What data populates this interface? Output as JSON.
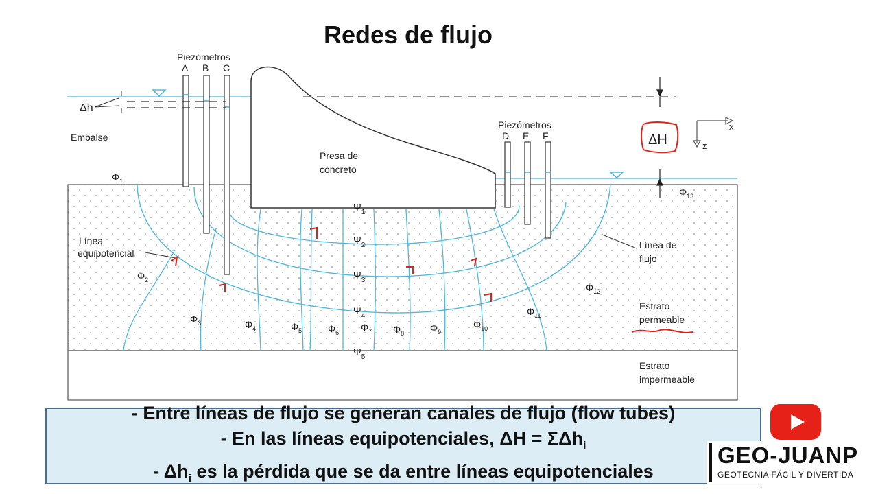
{
  "title": "Redes de flujo",
  "labels": {
    "piezometros_left": "Piezómetros",
    "piez_a": "A",
    "piez_b": "B",
    "piez_c": "C",
    "piezometros_right": "Piezómetros",
    "piez_d": "D",
    "piez_e": "E",
    "piez_f": "F",
    "delta_h": "Δh",
    "embalse": "Embalse",
    "presa_1": "Presa de",
    "presa_2": "concreto",
    "delta_H": "ΔH",
    "axis_x": "x",
    "axis_z": "z",
    "linea_equipotencial_1": "Línea",
    "linea_equipotencial_2": "equipotencial",
    "linea_flujo_1": "Línea de",
    "linea_flujo_2": "flujo",
    "estrato_perm_1": "Estrato",
    "estrato_perm_2": "permeable",
    "estrato_imp_1": "Estrato",
    "estrato_imp_2": "impermeable"
  },
  "psi": [
    {
      "sym": "Ψ",
      "sub": "1"
    },
    {
      "sym": "Ψ",
      "sub": "2"
    },
    {
      "sym": "Ψ",
      "sub": "3"
    },
    {
      "sym": "Ψ",
      "sub": "4"
    },
    {
      "sym": "Ψ",
      "sub": "5"
    }
  ],
  "phi": [
    {
      "sym": "Φ",
      "sub": "1"
    },
    {
      "sym": "Φ",
      "sub": "2"
    },
    {
      "sym": "Φ",
      "sub": "3"
    },
    {
      "sym": "Φ",
      "sub": "4"
    },
    {
      "sym": "Φ",
      "sub": "5"
    },
    {
      "sym": "Φ",
      "sub": "6"
    },
    {
      "sym": "Φ",
      "sub": "7"
    },
    {
      "sym": "Φ",
      "sub": "8"
    },
    {
      "sym": "Φ",
      "sub": "9"
    },
    {
      "sym": "Φ",
      "sub": "10"
    },
    {
      "sym": "Φ",
      "sub": "11"
    },
    {
      "sym": "Φ",
      "sub": "12"
    },
    {
      "sym": "Φ",
      "sub": "13"
    }
  ],
  "notes": {
    "line1": "- Entre líneas de flujo se generan canales de flujo (flow tubes)",
    "line2_pre": "- En las líneas equipotenciales, ΔH = ΣΔh",
    "line2_sub": "i",
    "line3_pre": "- Δh",
    "line3_sub": "i",
    "line3_post": " es la pérdida que se da entre líneas equipotenciales"
  },
  "brand": {
    "name": "GEO-JUANP",
    "tagline": "GEOTECNIA FÁCIL Y DIVERTIDA"
  },
  "colors": {
    "flow_lines": "#4fb8e0",
    "water": "#6cc3e6",
    "annotation_red": "#e0241b",
    "notes_bg": "#dcedf5",
    "youtube_red": "#e62117"
  }
}
